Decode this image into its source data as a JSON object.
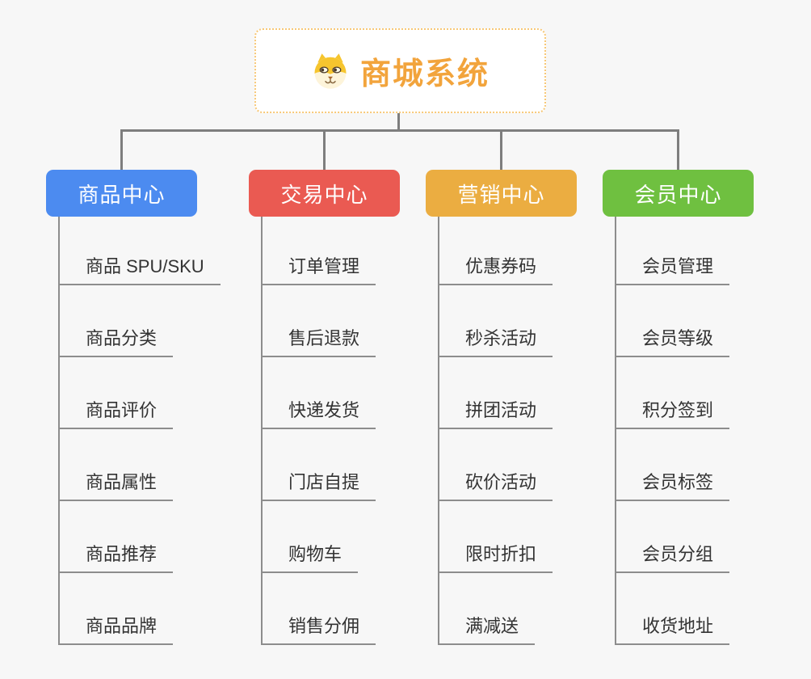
{
  "page": {
    "background_color": "#f7f7f7",
    "connector_color": "#7e7e7e"
  },
  "root": {
    "title": "商城系统",
    "icon": "dog-face-icon",
    "title_color": "#f2a43c",
    "border_color": "#f7c877"
  },
  "branches": [
    {
      "label": "商品中心",
      "color": "#4c8bf0",
      "children": [
        "商品 SPU/SKU",
        "商品分类",
        "商品评价",
        "商品属性",
        "商品推荐",
        "商品品牌"
      ]
    },
    {
      "label": "交易中心",
      "color": "#ea5a52",
      "children": [
        "订单管理",
        "售后退款",
        "快递发货",
        "门店自提",
        "购物车",
        "销售分佣"
      ]
    },
    {
      "label": "营销中心",
      "color": "#ebad41",
      "children": [
        "优惠券码",
        "秒杀活动",
        "拼团活动",
        "砍价活动",
        "限时折扣",
        "满减送"
      ]
    },
    {
      "label": "会员中心",
      "color": "#6fc040",
      "children": [
        "会员管理",
        "会员等级",
        "积分签到",
        "会员标签",
        "会员分组",
        "收货地址"
      ]
    }
  ]
}
